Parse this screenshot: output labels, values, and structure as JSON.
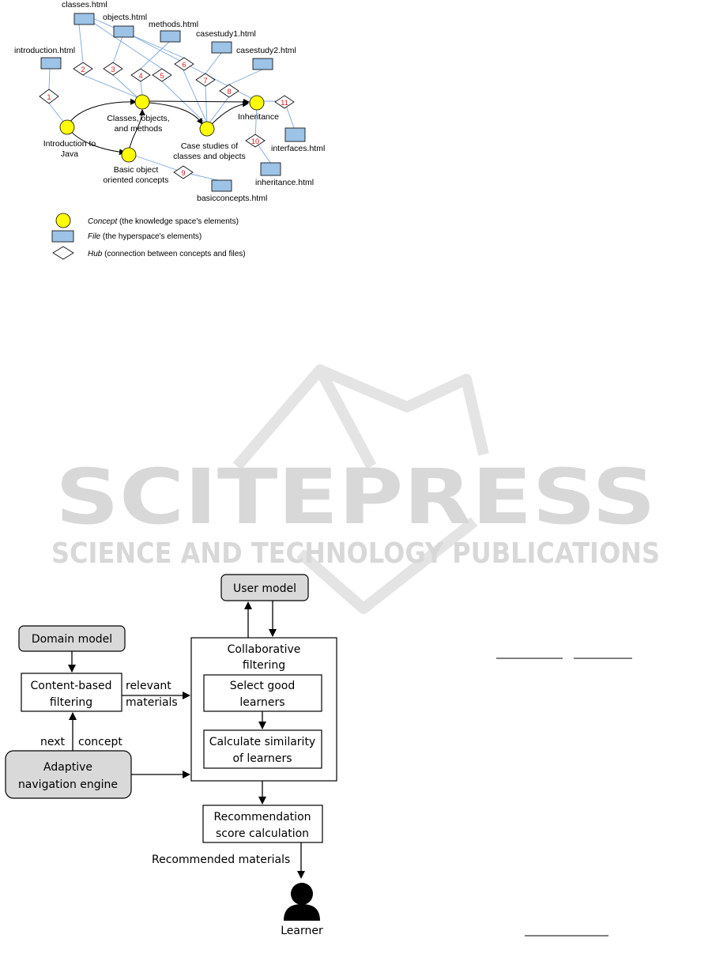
{
  "figure1": {
    "files": {
      "classes": "classes.html",
      "objects": "objects.html",
      "methods": "methods.html",
      "casestudy1": "casestudy1.html",
      "casestudy2": "casestudy2.html",
      "introduction": "introduction.html",
      "interfaces": "interfaces.html",
      "inheritance": "inheritance.html",
      "basicconcepts": "basicconcepts.html"
    },
    "concepts": {
      "classes_l1": "Classes, objects,",
      "classes_l2": "and methods",
      "intro_l1": "Introduction to",
      "intro_l2": "Java",
      "basic_l1": "Basic object",
      "basic_l2": "oriented concepts",
      "cases_l1": "Case studies of",
      "cases_l2": "classes and objects",
      "inheritance": "Inheritance"
    },
    "hubs": [
      "1",
      "2",
      "3",
      "4",
      "5",
      "6",
      "7",
      "8",
      "9",
      "10",
      "11"
    ],
    "legend": {
      "concept_term": "Concept",
      "concept_desc": " (the knowledge space's elements)",
      "file_term": "File",
      "file_desc": " (the hyperspace's elements)",
      "hub_term": "Hub",
      "hub_desc": " (connection between concepts and files)"
    },
    "colors": {
      "concept": "#ffff00",
      "file": "#9dc3e6",
      "edge": "#7da7d9",
      "hub_number": "#e02020"
    }
  },
  "watermark": {
    "main": "SCITEPRESS",
    "sub": "SCIENCE AND TECHNOLOGY PUBLICATIONS"
  },
  "figure2": {
    "user_model": "User model",
    "domain_model": "Domain model",
    "cb_l1": "Content-based",
    "cb_l2": "filtering",
    "relevant_l1": "relevant",
    "relevant_l2": "materials",
    "cf_l1": "Collaborative",
    "cf_l2": "filtering",
    "select_l1": "Select good",
    "select_l2": "learners",
    "sim_l1": "Calculate similarity",
    "sim_l2": "of learners",
    "next": "next",
    "concept": "concept",
    "nav_l1": "Adaptive",
    "nav_l2": "navigation engine",
    "rec_l1": "Recommendation",
    "rec_l2": "score calculation",
    "recommended": "Recommended materials",
    "learner": "Learner"
  }
}
